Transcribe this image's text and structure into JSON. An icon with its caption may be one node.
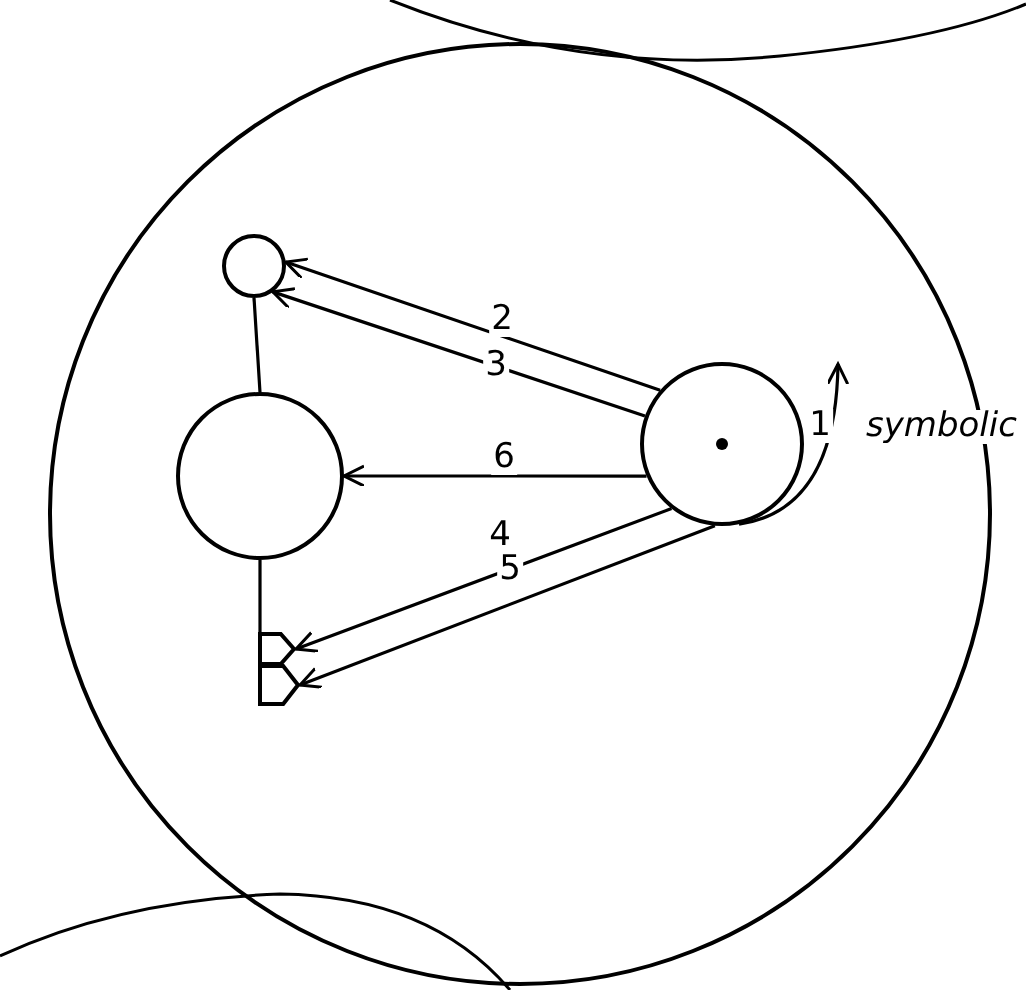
{
  "diagram": {
    "nodes": [
      {
        "text": [],
        "shape": "circle"
      },
      {
        "text": [],
        "shape": "circle",
        "in": 0
      },
      {
        "text": [],
        "shape": "circle",
        "in": 0
      },
      {
        "text": [],
        "shape": "circle",
        "in": 0
      },
      {
        "text": [],
        "shape": "pentagon",
        "in": 0
      },
      {
        "text": [],
        "shape": "pentagon",
        "in": 0
      }
    ],
    "edges": [
      {
        "from": 3,
        "to": null,
        "arrow": "to",
        "label": "1"
      },
      {
        "from": 3,
        "to": 1,
        "arrow": "to",
        "label": "2"
      },
      {
        "from": 3,
        "to": 1,
        "arrow": "to",
        "label": "3"
      },
      {
        "from": 3,
        "to": 2,
        "arrow": "to",
        "label": "6"
      },
      {
        "from": 3,
        "to": 4,
        "arrow": "to",
        "label": "4"
      },
      {
        "from": 3,
        "to": 5,
        "arrow": "to",
        "label": "5"
      },
      {
        "from": 1,
        "to": 2,
        "arrow": "none"
      },
      {
        "from": 2,
        "to": 4,
        "arrow": "none"
      }
    ],
    "labels": [
      "symbolic"
    ]
  }
}
